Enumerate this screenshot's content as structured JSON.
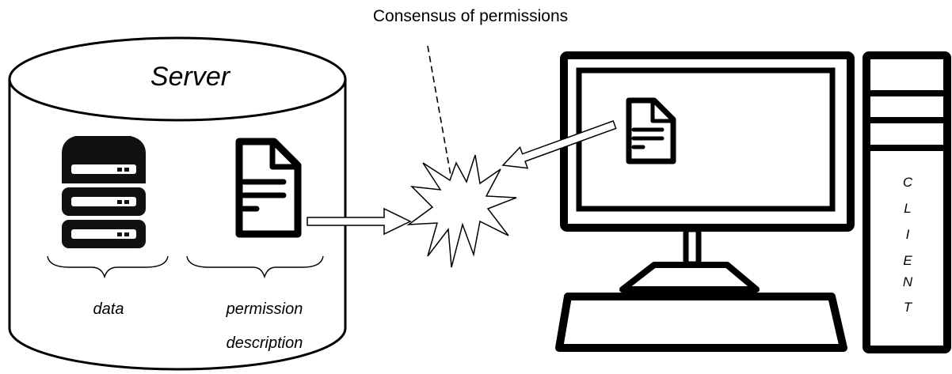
{
  "labels": {
    "consensus": "Consensus of permissions",
    "server": "Server",
    "data": "data",
    "permission_line1": "permission",
    "permission_line2": "description",
    "client_letters": [
      "C",
      "L",
      "I",
      "E",
      "N",
      "T"
    ]
  },
  "icons": {
    "server_stack": "server-stack-icon",
    "document": "document-icon",
    "monitor": "monitor-icon",
    "keyboard": "keyboard-icon",
    "tower": "computer-tower-icon",
    "starburst": "starburst-icon"
  }
}
